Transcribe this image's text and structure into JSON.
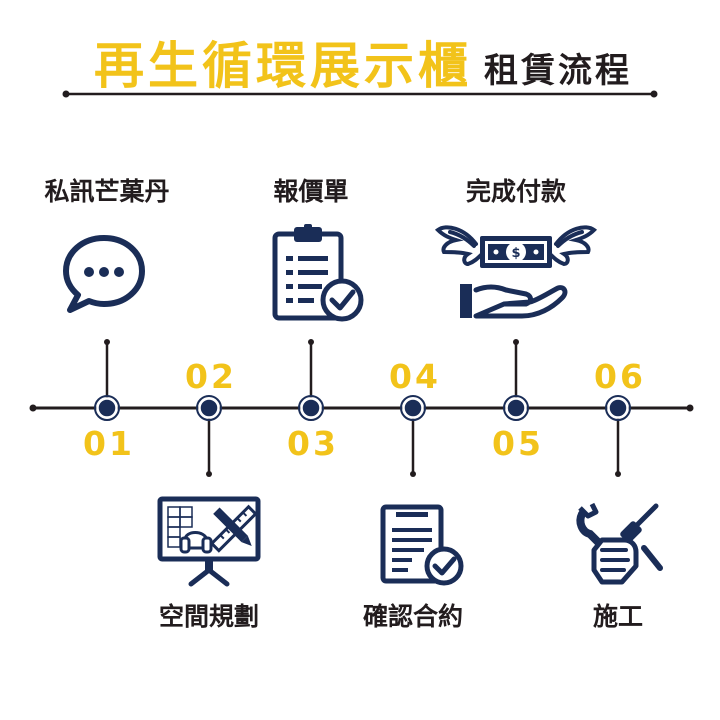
{
  "title": {
    "main": "再生循環展示櫃",
    "sub": "租賃流程"
  },
  "steps": [
    {
      "number": "01",
      "label": "私訊芒菓丹"
    },
    {
      "number": "02",
      "label": "空間規劃"
    },
    {
      "number": "03",
      "label": "報價單"
    },
    {
      "number": "04",
      "label": "確認合約"
    },
    {
      "number": "05",
      "label": "完成付款"
    },
    {
      "number": "06",
      "label": "施工"
    }
  ],
  "icons": {
    "step1": "chat-bubble-icon",
    "step2": "design-monitor-icon",
    "step3": "clipboard-check-icon",
    "step4": "contract-check-icon",
    "step5": "winged-money-icon",
    "step6": "construction-tools-icon"
  },
  "colors": {
    "accent": "#f2c31a",
    "navy": "#1a2d57",
    "text": "#221c1e"
  }
}
